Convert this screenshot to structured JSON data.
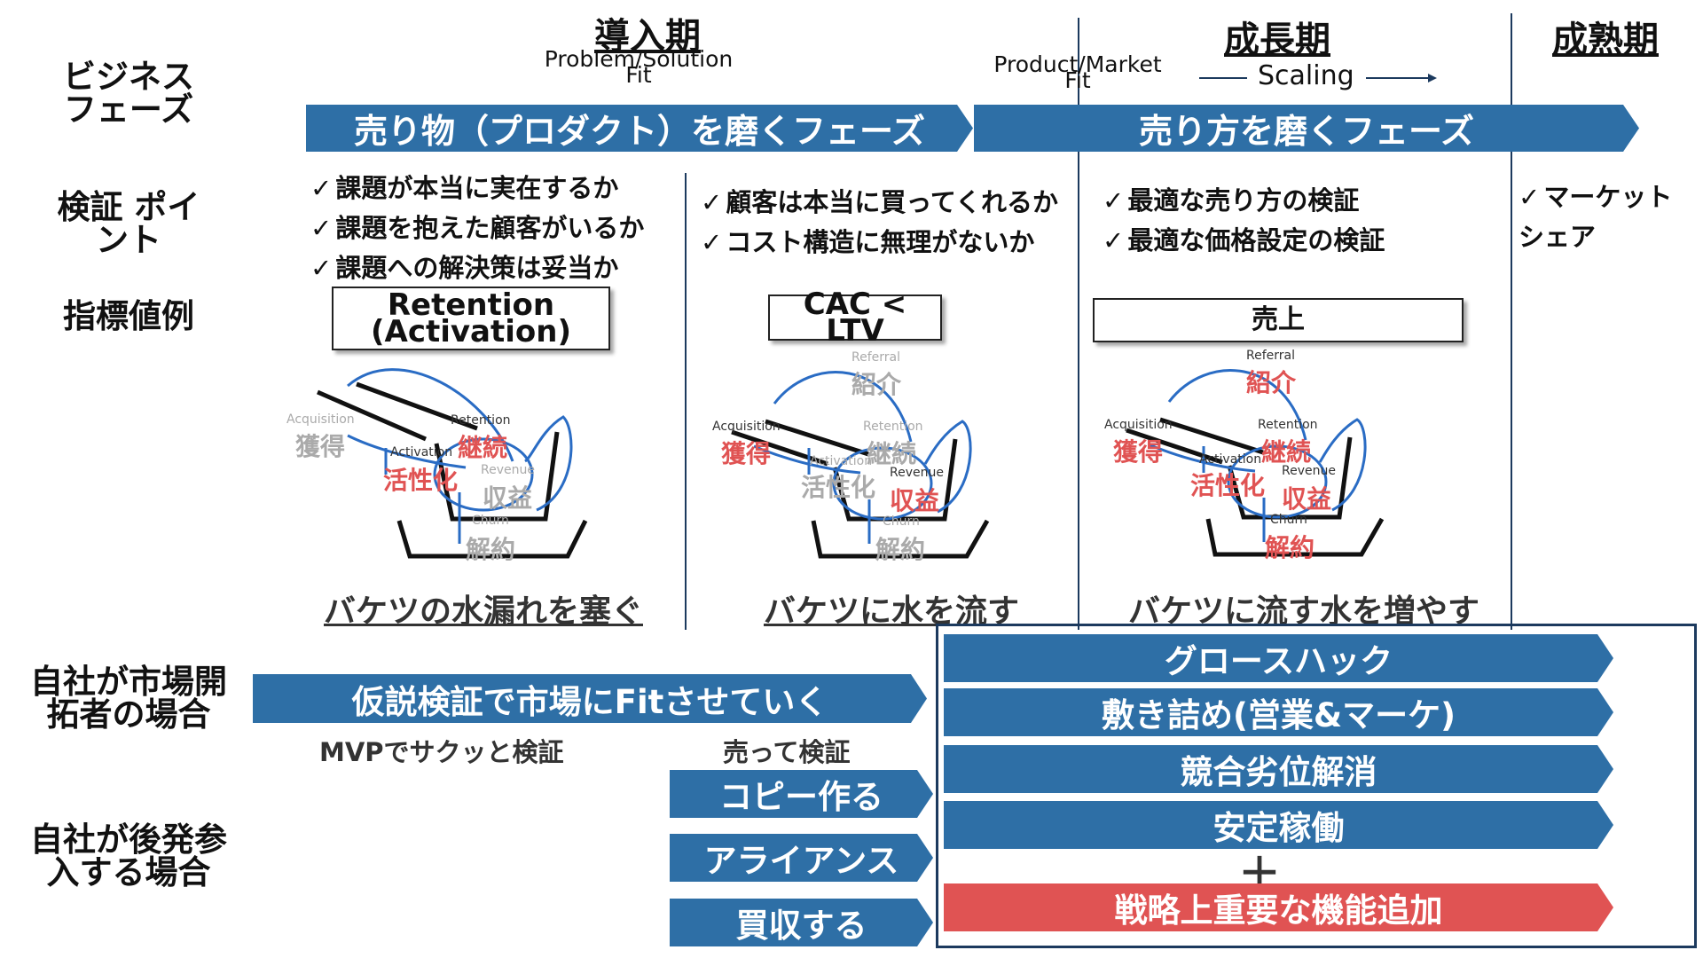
{
  "header": {
    "phase_intro": "導入期",
    "phase_growth": "成長期",
    "phase_mature": "成熟期",
    "fit_problem_solution": "Problem/Solution Fit",
    "fit_product_market": "Product/Market Fit",
    "scaling": "Scaling"
  },
  "row_labels": {
    "business_phase": "ビジネス フェーズ",
    "verification_point": "検証 ポイント",
    "metric_example": "指標値例",
    "pioneer": "自社が市場開拓者の場合",
    "follower": "自社が後発参入する場合"
  },
  "phase_arrows": {
    "product": "売り物（プロダクト）を磨くフェーズ",
    "selling": "売り方を磨くフェーズ"
  },
  "checks": {
    "col1": [
      "課題が本当に実在するか",
      "課題を抱えた顧客がいるか",
      "課題への解決策は妥当か"
    ],
    "col2": [
      "顧客は本当に買ってくれるか",
      "コスト構造に無理がないか"
    ],
    "col3": [
      "最適な売り方の検証",
      "最適な価格設定の検証"
    ],
    "col4": [
      "マーケット シェア"
    ]
  },
  "metrics": {
    "m1": "Retention (Activation)",
    "m2": "CAC < LTV",
    "m3": "売上"
  },
  "funnel_labels": {
    "acquisition_en": "Acquisition",
    "acquisition_jp": "獲得",
    "activation_en": "Activation",
    "activation_jp": "活性化",
    "retention_en": "Retention",
    "retention_jp": "継続",
    "revenue_en": "Revenue",
    "revenue_jp": "収益",
    "churn_en": "Churn",
    "churn_jp": "解約",
    "referral_en": "Referral",
    "referral_jp": "紹介"
  },
  "bucket_captions": [
    "バケツの水漏れを塞ぐ",
    "バケツに水を流す",
    "バケツに流す水を増やす"
  ],
  "strategy": {
    "pioneer_arrow": "仮説検証で市場にFitさせていく",
    "mvp_note": "MVPでサクッと検証",
    "sell_note": "売って検証",
    "follower_arrows": [
      "コピー作る",
      "アライアンス",
      "買収する"
    ],
    "growth_arrows": [
      "グロースハック",
      "敷き詰め(営業&マーケ)",
      "競合劣位解消",
      "安定稼働"
    ],
    "plus": "＋",
    "strategic_feature": "戦略上重要な機能追加"
  },
  "colors": {
    "arrow_blue": "#2e6fa6",
    "arrow_red": "#e05353",
    "active_red": "#e05353",
    "inactive_gray": "#aaaaaa",
    "curve_blue": "#2a6cc4"
  }
}
